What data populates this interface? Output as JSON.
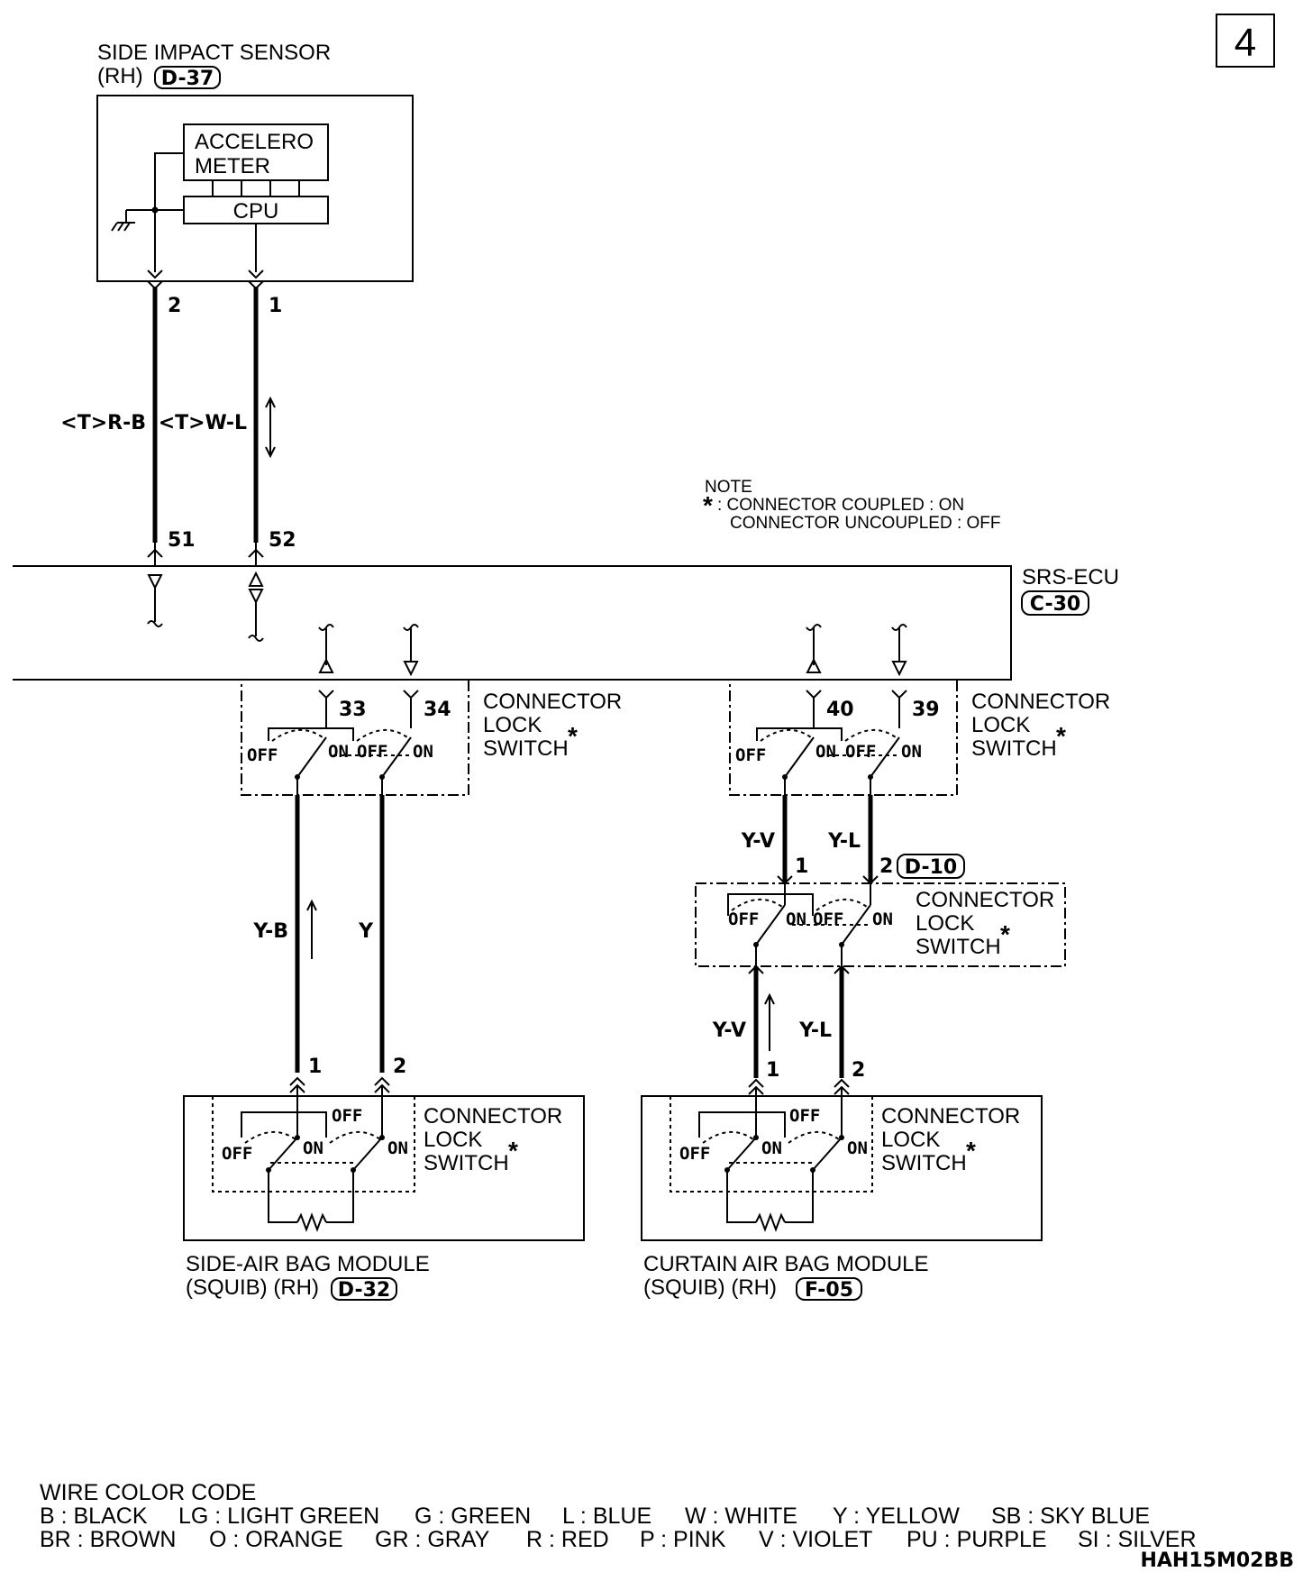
{
  "page_number": "4",
  "side_impact_sensor": {
    "title": "SIDE IMPACT SENSOR",
    "side": "(RH)",
    "connector": "D-37",
    "accelerometer_line1": "ACCELERO",
    "accelerometer_line2": "METER",
    "cpu": "CPU",
    "pin_a": "2",
    "pin_b": "1"
  },
  "wires": {
    "sensor_left": "<T>R-B",
    "sensor_right": "<T>W-L",
    "side_left": "Y-B",
    "side_right": "Y",
    "curtain_upper_left": "Y-V",
    "curtain_upper_right": "Y-L",
    "curtain_lower_left": "Y-V",
    "curtain_lower_right": "Y-L"
  },
  "note": {
    "title": "NOTE",
    "star": "*",
    "line1": ": CONNECTOR COUPLED : ON",
    "line2": "CONNECTOR UNCOUPLED : OFF"
  },
  "srs_ecu": {
    "title": "SRS-ECU",
    "connector": "C-30",
    "pins": [
      "51",
      "52",
      "33",
      "34",
      "40",
      "39"
    ]
  },
  "connector_lock_switch": {
    "line1": "CONNECTOR",
    "line2": "LOCK",
    "line3": "SWITCH",
    "star": "*",
    "off": "OFF",
    "on": "ON"
  },
  "d10": {
    "connector": "D-10",
    "pin_a": "1",
    "pin_b": "2"
  },
  "side_airbag": {
    "line1": "SIDE-AIR BAG MODULE",
    "line2": "(SQUIB) (RH)",
    "connector": "D-32",
    "pin_a": "1",
    "pin_b": "2"
  },
  "curtain_airbag": {
    "line1": "CURTAIN AIR BAG MODULE",
    "line2": "(SQUIB) (RH)",
    "connector": "F-05",
    "pin_a": "1",
    "pin_b": "2"
  },
  "wire_color_code": {
    "title": "WIRE COLOR CODE",
    "row1": [
      "B : BLACK",
      "LG : LIGHT GREEN",
      "G : GREEN",
      "L : BLUE",
      "W : WHITE",
      "Y : YELLOW",
      "SB : SKY BLUE"
    ],
    "row2": [
      "BR : BROWN",
      "O : ORANGE",
      "GR : GRAY",
      "R : RED",
      "P : PINK",
      "V : VIOLET",
      "PU : PURPLE",
      "SI : SILVER"
    ]
  },
  "drawing_code": "HAH15M02BB"
}
